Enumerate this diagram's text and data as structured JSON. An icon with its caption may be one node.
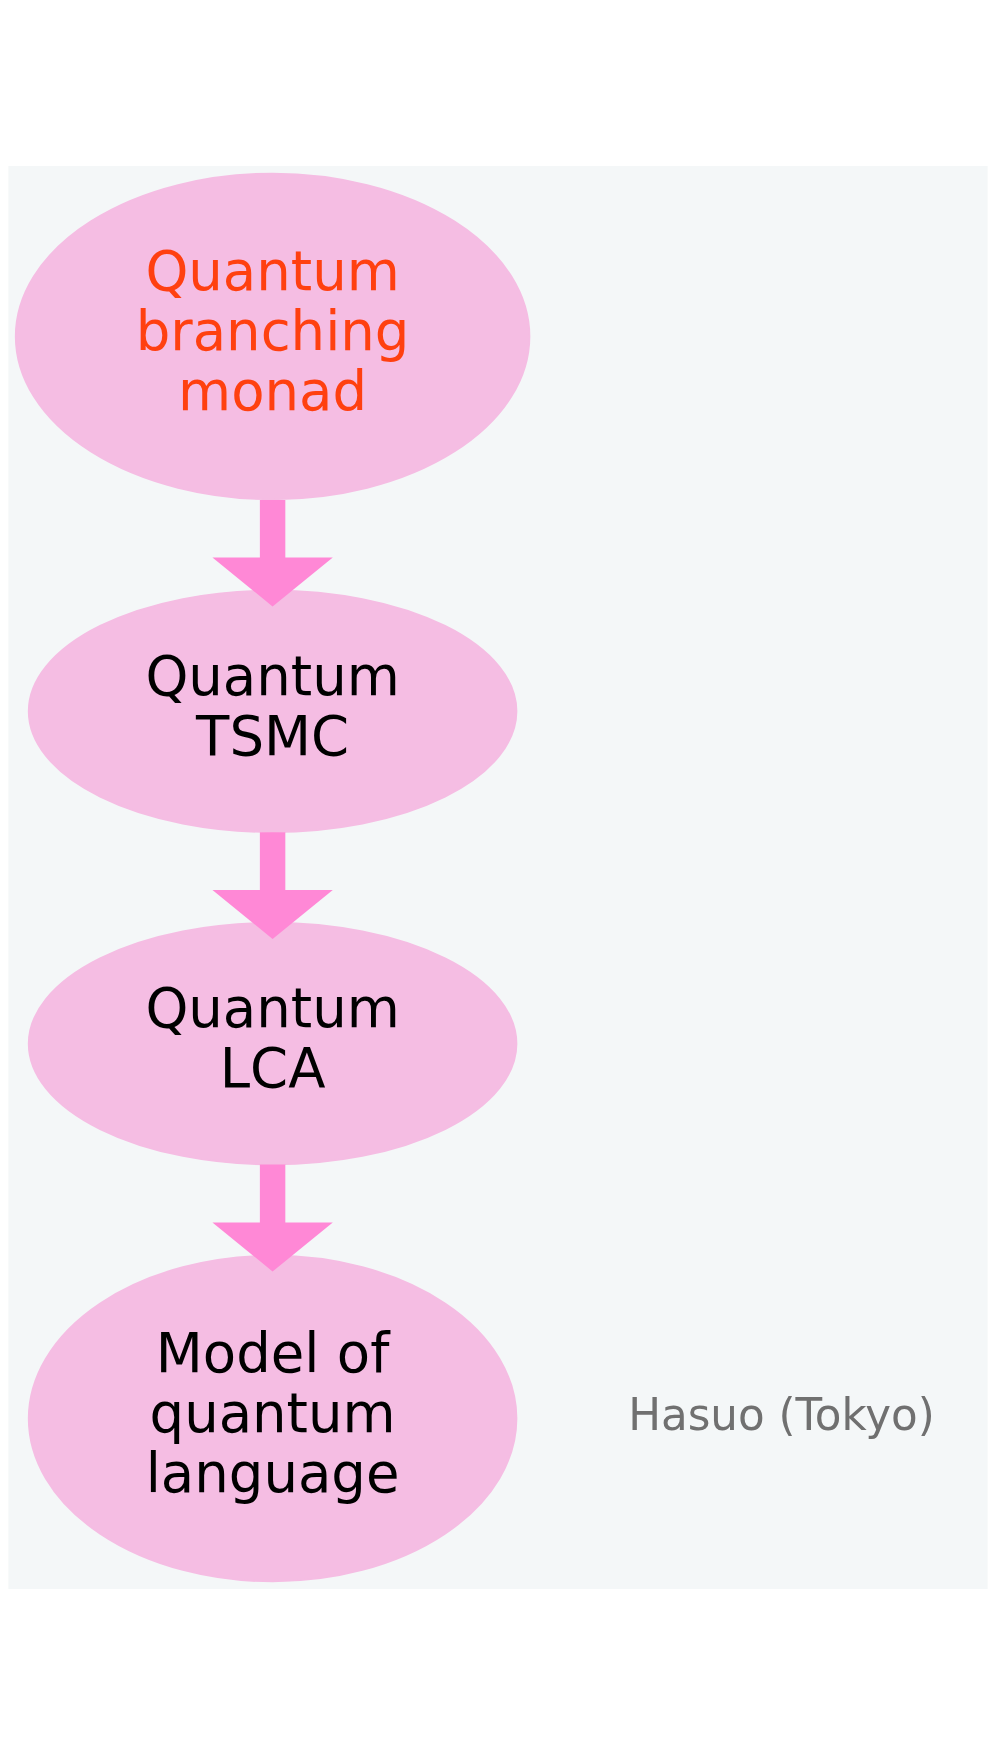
{
  "diagram": {
    "nodes": [
      {
        "text": [
          "Quantum branching monad"
        ]
      },
      {
        "text": [
          "Quantum TSMC"
        ]
      },
      {
        "text": [
          "Quantum LCA"
        ]
      },
      {
        "text": [
          "Model of quantum language"
        ]
      }
    ],
    "edges": [
      {
        "from": 0,
        "to": 1,
        "arrow": "to"
      },
      {
        "from": 1,
        "to": 2,
        "arrow": "to"
      },
      {
        "from": 2,
        "to": 3,
        "arrow": "to"
      }
    ],
    "labels": [
      "Hasuo (Tokyo)"
    ]
  }
}
